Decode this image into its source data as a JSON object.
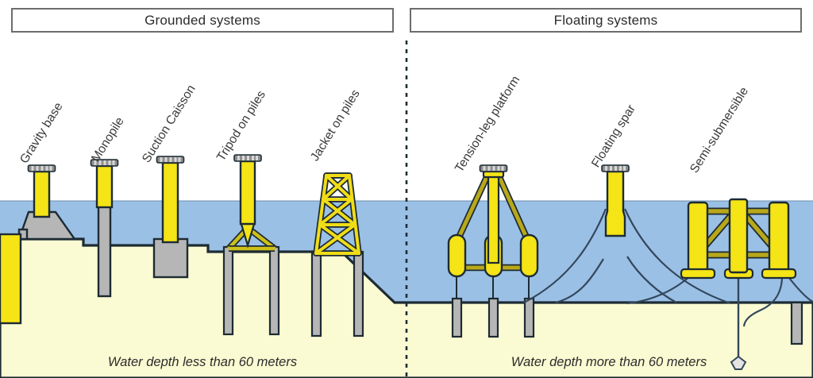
{
  "header": {
    "left": "Grounded systems",
    "right": "Floating systems"
  },
  "captions": {
    "left": "Water depth less than 60 meters",
    "right": "Water depth more than 60 meters"
  },
  "colors": {
    "water": "#9bc0e5",
    "seabed": "#fafbd2",
    "sky": "#ffffff",
    "tower_yellow": "#f5e416",
    "steel_grey": "#b6b6b6",
    "outline": "#1d2b33",
    "brace_dark_yellow": "#b8a81a",
    "header_border": "#6d6d6d",
    "text": "#2b2b2b"
  },
  "grounded": {
    "systems": [
      {
        "id": "gravity-base",
        "label": "Gravity base"
      },
      {
        "id": "monopile",
        "label": "Monopile"
      },
      {
        "id": "suction-caisson",
        "label": "Suction Caisson"
      },
      {
        "id": "tripod-on-piles",
        "label": "Tripod on piles"
      },
      {
        "id": "jacket-on-piles",
        "label": "Jacket on piles"
      }
    ]
  },
  "floating": {
    "systems": [
      {
        "id": "tension-leg-platform",
        "label": "Tension-leg platform"
      },
      {
        "id": "floating-spar",
        "label": "Floating spar"
      },
      {
        "id": "semi-submersible",
        "label": "Semi-submersible"
      }
    ]
  },
  "depth_threshold_meters": 60
}
